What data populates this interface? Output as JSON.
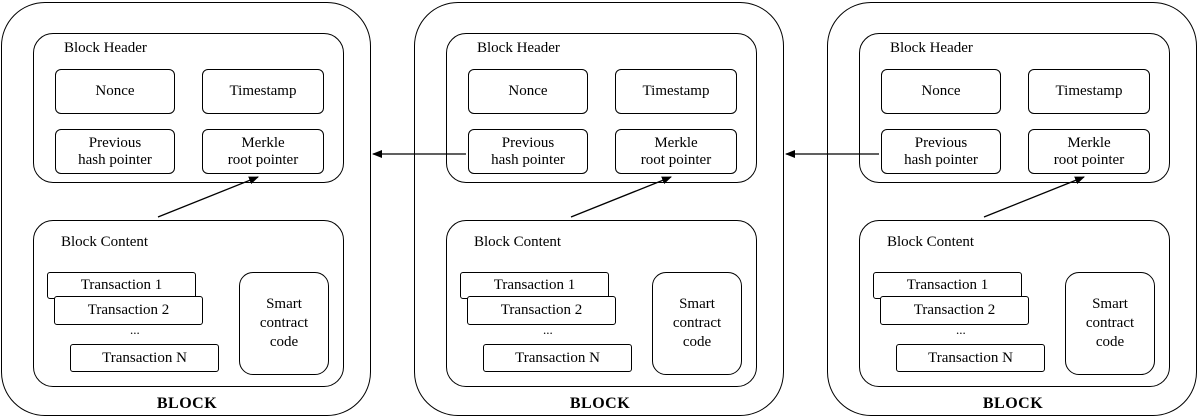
{
  "blocks": [
    {
      "header_title": "Block Header",
      "nonce": "Nonce",
      "timestamp": "Timestamp",
      "previous_hash_pointer": "Previous\nhash pointer",
      "merkle_root_pointer": "Merkle\nroot pointer",
      "content_title": "Block Content",
      "transactions": [
        "Transaction 1",
        "Transaction 2",
        "...",
        "Transaction N"
      ],
      "smart_contract": "Smart\ncontract\ncode",
      "label": "BLOCK"
    },
    {
      "header_title": "Block Header",
      "nonce": "Nonce",
      "timestamp": "Timestamp",
      "previous_hash_pointer": "Previous\nhash pointer",
      "merkle_root_pointer": "Merkle\nroot pointer",
      "content_title": "Block Content",
      "transactions": [
        "Transaction 1",
        "Transaction 2",
        "...",
        "Transaction N"
      ],
      "smart_contract": "Smart\ncontract\ncode",
      "label": "BLOCK"
    },
    {
      "header_title": "Block Header",
      "nonce": "Nonce",
      "timestamp": "Timestamp",
      "previous_hash_pointer": "Previous\nhash pointer",
      "merkle_root_pointer": "Merkle\nroot pointer",
      "content_title": "Block Content",
      "transactions": [
        "Transaction 1",
        "Transaction 2",
        "...",
        "Transaction N"
      ],
      "smart_contract": "Smart\ncontract\ncode",
      "label": "BLOCK"
    }
  ],
  "colors": {
    "stroke": "#000000",
    "background": "#ffffff"
  }
}
